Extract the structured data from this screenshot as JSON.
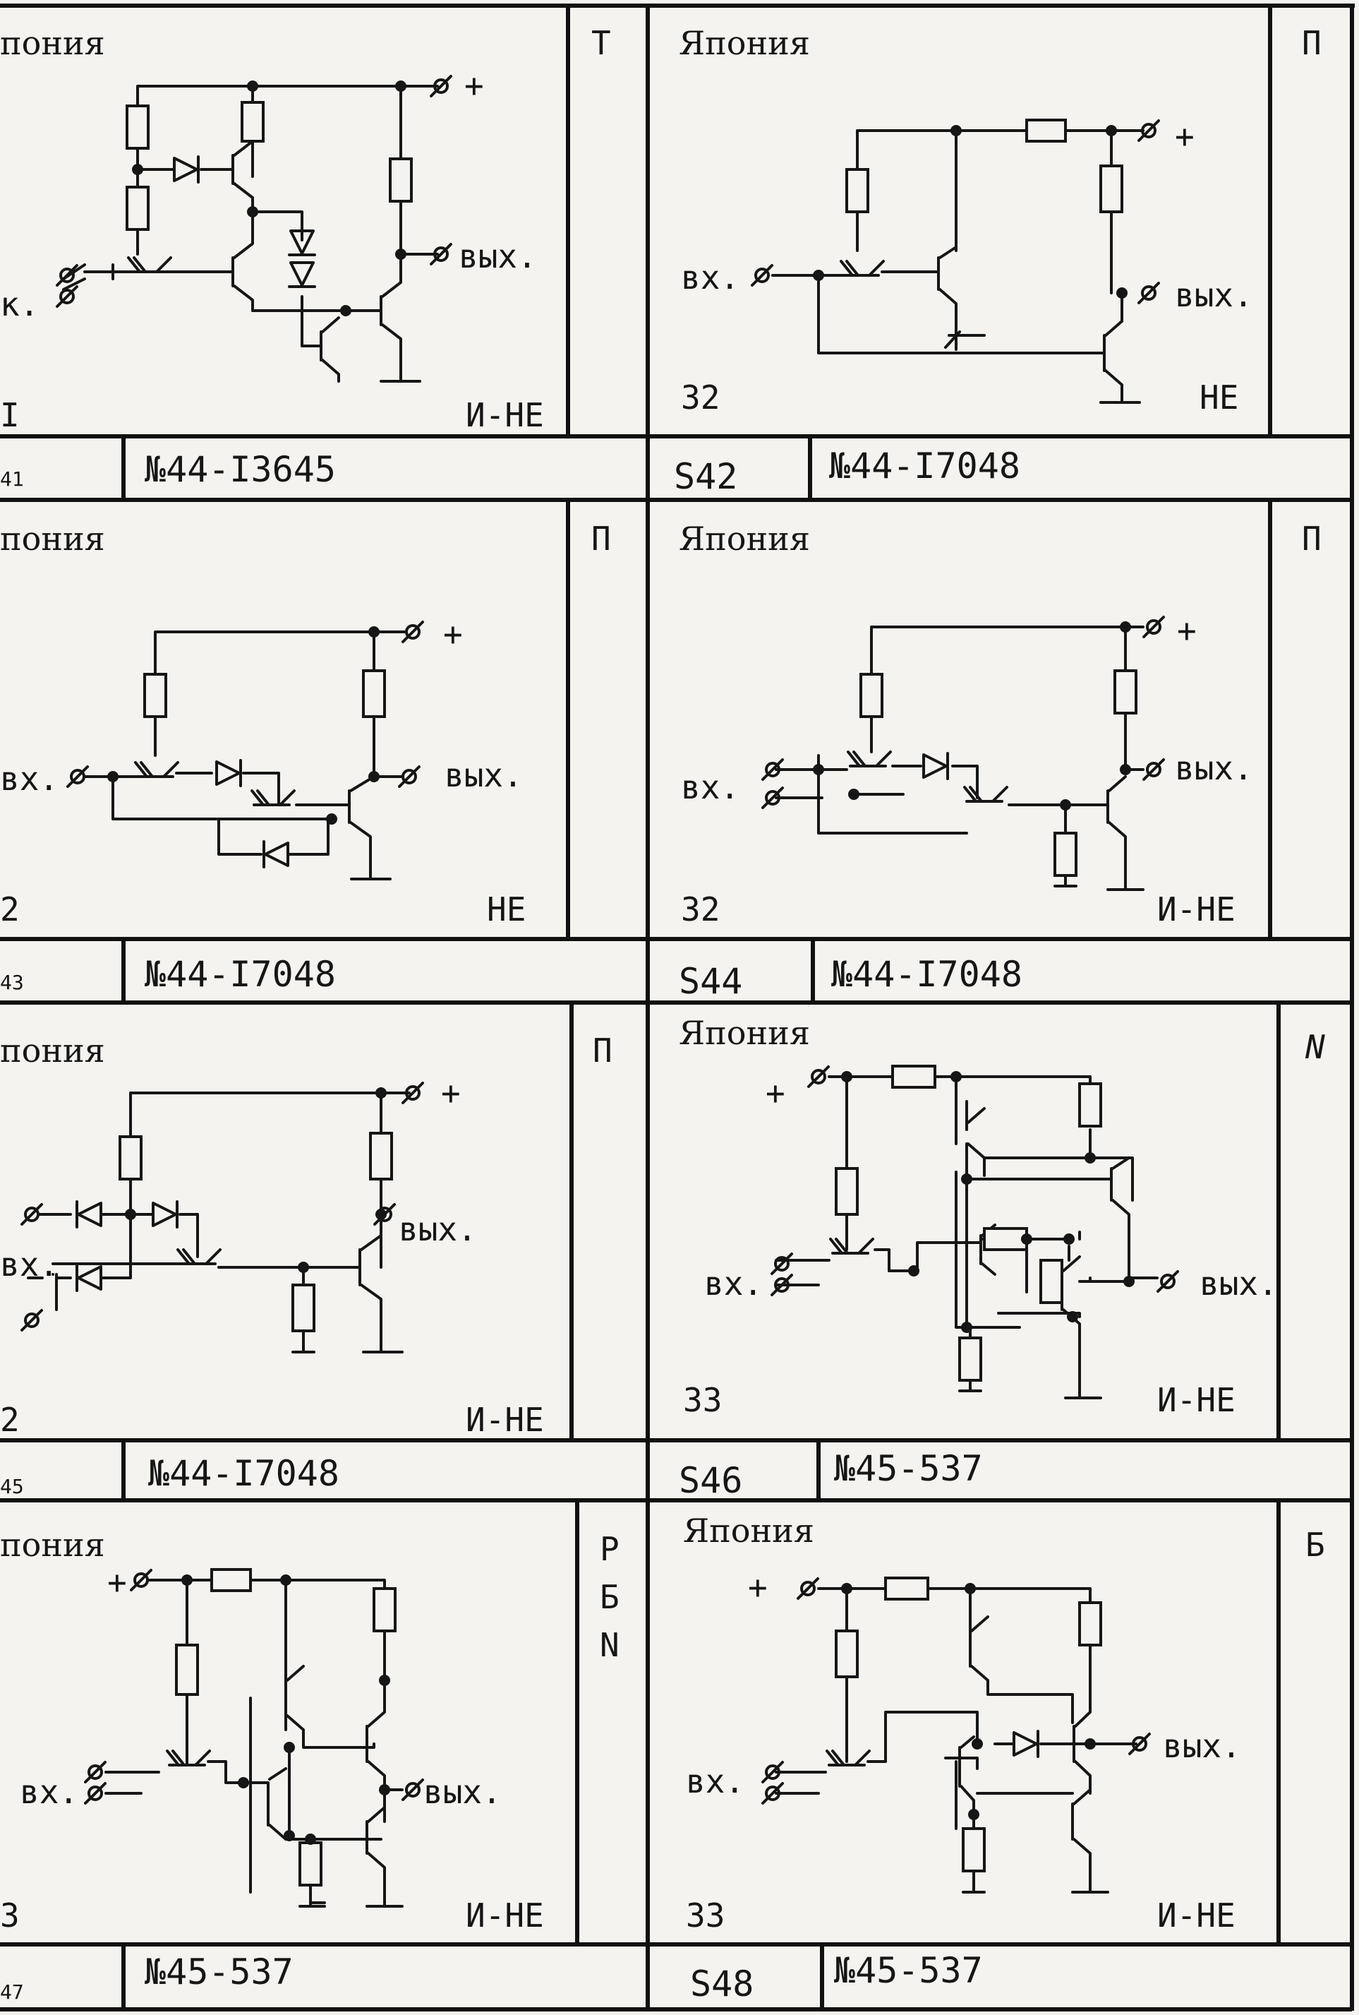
{
  "cells": [
    {
      "country": "пония",
      "cat": "Т",
      "num": "I",
      "func": "И-НЕ",
      "s_label": "41",
      "code": "№44-I3645",
      "out": "вых.",
      "in": "к.",
      "plus": "+"
    },
    {
      "country": "Япония",
      "cat": "П",
      "num": "32",
      "func": "НЕ",
      "s_label": "S42",
      "code": "№44-I7048",
      "out": "вых.",
      "in": "вх.",
      "plus": "+"
    },
    {
      "country": "пония",
      "cat": "П",
      "num": "2",
      "func": "НЕ",
      "s_label": "43",
      "code": "№44-I7048",
      "out": "вых.",
      "in": "вх.",
      "plus": "+"
    },
    {
      "country": "Япония",
      "cat": "П",
      "num": "32",
      "func": "И-НЕ",
      "s_label": "S44",
      "code": "№44-I7048",
      "out": "вых.",
      "in": "вх.",
      "plus": "+"
    },
    {
      "country": "пония",
      "cat": "П",
      "num": "2",
      "func": "И-НЕ",
      "s_label": "45",
      "code": "№44-I7048",
      "out": "вых.",
      "in": "вх.",
      "plus": "+"
    },
    {
      "country": "Япония",
      "cat": "N",
      "num": "33",
      "func": "И-НЕ",
      "s_label": "S46",
      "code": "№45-537",
      "out": "вых.",
      "in": "вх.",
      "plus": "+"
    },
    {
      "country": "пония",
      "cat": "Р Б N",
      "num": "3",
      "func": "И-НЕ",
      "s_label": "47",
      "code": "№45-537",
      "out": "вых.",
      "in": "вх.",
      "plus": "+"
    },
    {
      "country": "Япония",
      "cat": "Б",
      "num": "33",
      "func": "И-НЕ",
      "s_label": "S48",
      "code": "№45-537",
      "out": "вых.",
      "in": "вх.",
      "plus": "+"
    }
  ]
}
